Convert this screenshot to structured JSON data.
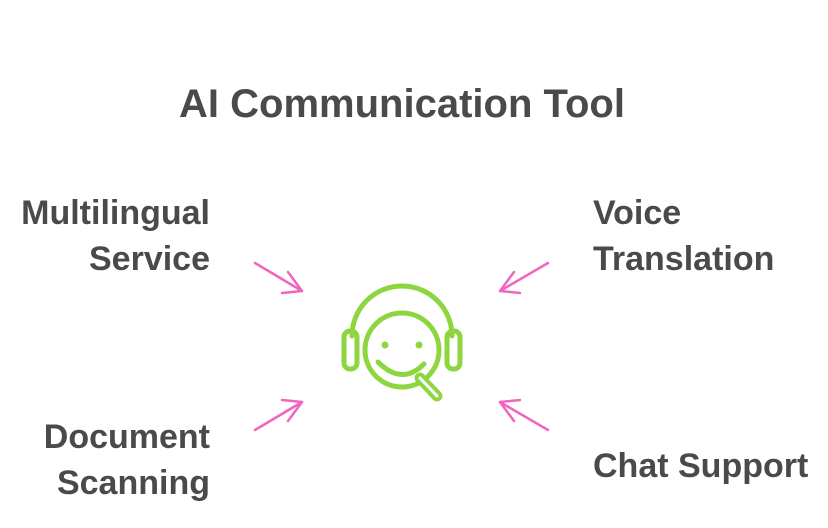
{
  "title": "AI Communication Tool",
  "center": {
    "icon": "support-agent-headset-icon",
    "color": "#8dd63f"
  },
  "arrow_color": "#f065c0",
  "text_color": "#4a4a4a",
  "items": {
    "top_left": {
      "line1": "Multilingual",
      "line2": "Service"
    },
    "top_right": {
      "line1": "Voice",
      "line2": "Translation"
    },
    "bottom_left": {
      "line1": "Document",
      "line2": "Scanning"
    },
    "bottom_right": {
      "line1": "Chat Support"
    }
  }
}
